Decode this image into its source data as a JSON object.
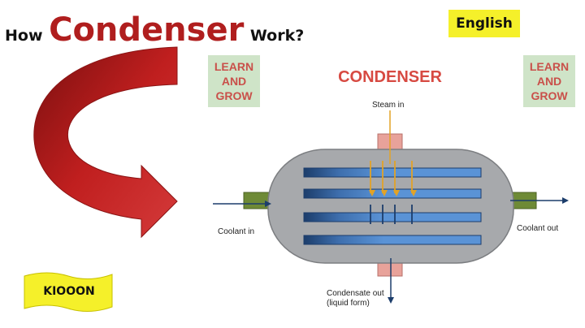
{
  "header": {
    "title_prefix": "How",
    "title_main": "Condenser",
    "title_suffix": "Work?",
    "language_button": "English"
  },
  "badges": {
    "left": [
      "LEARN",
      "AND",
      "GROW"
    ],
    "right": [
      "LEARN",
      "AND",
      "GROW"
    ]
  },
  "diagram": {
    "title": "CONDENSER",
    "steam_in": "Steam in",
    "coolant_in": "Coolant in",
    "coolant_out": "Coolant out",
    "condensate_out_line1": "Condensate out",
    "condensate_out_line2": "(liquid form)",
    "tube_count": 4,
    "steam_arrow_count": 4,
    "colors": {
      "shell": "#a7a9ac",
      "nozzle": "#e8a29a",
      "coolant_pipe": "#6e8a36",
      "steam_arrow": "#e2a326",
      "tube_light": "#5a93d6",
      "tube_dark": "#1c3d6b"
    }
  },
  "brand": {
    "name": "KIOOON",
    "flag_color": "#f5f02a"
  },
  "colors": {
    "title_accent": "#b01e1e",
    "curved_arrow": "#c01f1f"
  }
}
